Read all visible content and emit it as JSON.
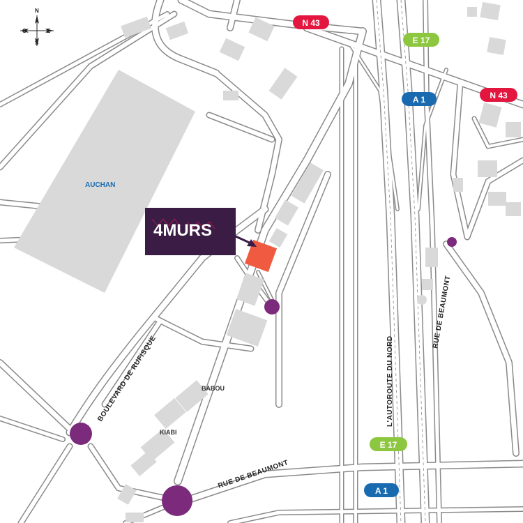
{
  "compass": {
    "north": "N",
    "south": "S",
    "east": "E",
    "west": "O"
  },
  "brand": {
    "name": "4MURS",
    "logo_bg": "#3a1c44",
    "marker_color": "#ef5a40"
  },
  "places": {
    "auchan": "AUCHAN",
    "babou": "BABOU",
    "kiabi": "KIABI"
  },
  "roads": {
    "boulevard": "BOULEVARD DE RUFISQUE",
    "beaumont_low": "RUE DE BEAUMONT",
    "beaumont_right": "RUE DE BEAUMONT",
    "autoroute": "L'AUTOROUTE DU NORD"
  },
  "shields": [
    {
      "label": "N 43",
      "color": "#e2163f"
    },
    {
      "label": "E 17",
      "color": "#8dc63f"
    },
    {
      "label": "A 1",
      "color": "#1a6ab0"
    },
    {
      "label": "N 43",
      "color": "#e2163f"
    },
    {
      "label": "E 17",
      "color": "#8dc63f"
    },
    {
      "label": "A 1",
      "color": "#1a6ab0"
    }
  ],
  "colors": {
    "road_outline": "#8a8a8a",
    "building": "#d9d9d9",
    "roundabout": "#7b2a7c",
    "auchan_text": "#1a6ab0"
  }
}
